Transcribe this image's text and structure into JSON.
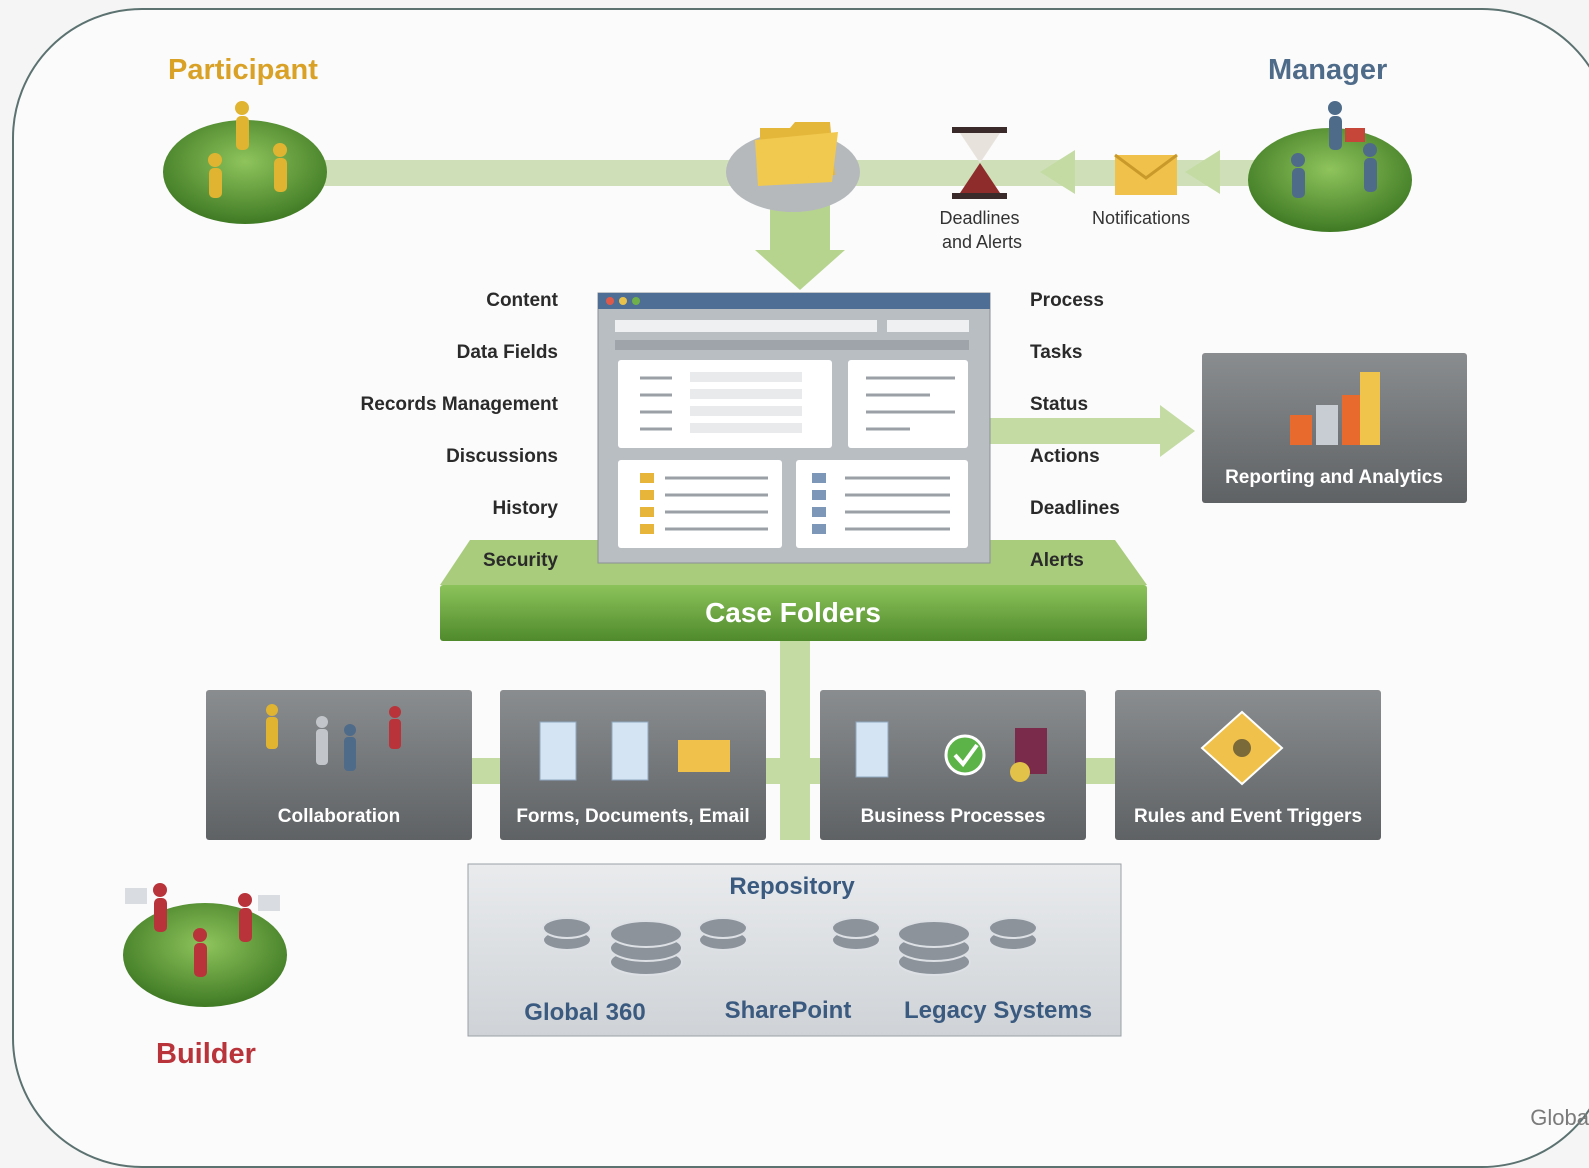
{
  "roles": {
    "participant": "Participant",
    "manager": "Manager",
    "builder": "Builder"
  },
  "top_flow": {
    "deadlines_alerts": [
      "Deadlines",
      "and Alerts"
    ],
    "notifications": "Notifications"
  },
  "case_folder": {
    "title": "Case Folders",
    "left_items": [
      "Content",
      "Data Fields",
      "Records Management",
      "Discussions",
      "History",
      "Security"
    ],
    "right_items": [
      "Process",
      "Tasks",
      "Status",
      "Actions",
      "Deadlines",
      "Alerts"
    ]
  },
  "reporting": "Reporting and Analytics",
  "components": [
    "Collaboration",
    "Forms, Documents, Email",
    "Business Processes",
    "Rules and Event Triggers"
  ],
  "repository": {
    "title": "Repository",
    "systems": [
      "Global 360",
      "SharePoint",
      "Legacy Systems"
    ]
  },
  "footer_text": "Globa",
  "colors": {
    "participant": "#d9a227",
    "manager": "#4f6b8a",
    "builder": "#b8343a",
    "green": "#6ea83e",
    "repo_text": "#3b5a80"
  }
}
